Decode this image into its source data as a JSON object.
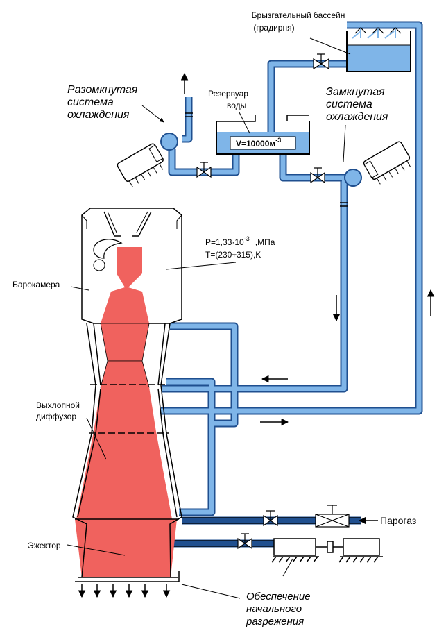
{
  "labels": {
    "spray_pool_line1": "Брызгательный бассейн",
    "spray_pool_line2": "(градирня)",
    "open_system_line1": "Разомкнутая",
    "open_system_line2": "система",
    "open_system_line3": "охлаждения",
    "reservoir_line1": "Резервуар",
    "reservoir_line2": "воды",
    "reservoir_volume": "V=10000м",
    "reservoir_volume_exp": "-3",
    "closed_system_line1": "Замкнутая",
    "closed_system_line2": "система",
    "closed_system_line3": "охлаждения",
    "pressure": "P=1,33·10",
    "pressure_exp": "-3",
    "pressure_unit": ",МПа",
    "temperature": "T=(230÷315),K",
    "barochamber": "Барокамера",
    "exhaust_line1": "Выхлопной",
    "exhaust_line2": "диффузор",
    "ejector": "Эжектор",
    "steam_gas": "Парогаз",
    "vacuum_line1": "Обеспечение",
    "vacuum_line2": "начального",
    "vacuum_line3": "разрежения"
  },
  "colors": {
    "water": "#7fb5e8",
    "pipe_outline": "#1f4f8f",
    "plume": "#f0625e",
    "line": "#000000",
    "background": "#ffffff"
  }
}
